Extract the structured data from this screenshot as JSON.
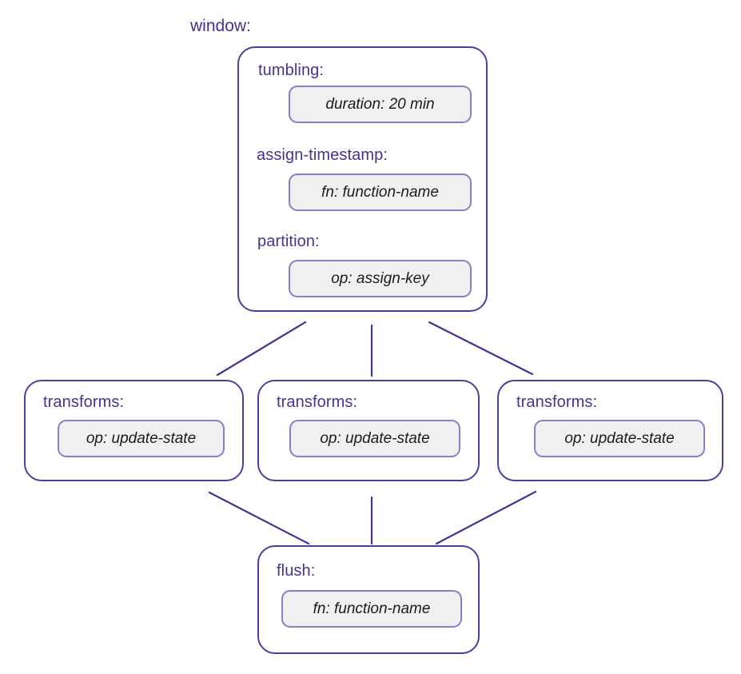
{
  "diagram": {
    "caption": "window:",
    "colors": {
      "node_border": "#4a3f9e",
      "label_text": "#3f3594",
      "pill_border": "#8b7ec8",
      "pill_fill": "#f0f0f0",
      "edge": "#3f3594",
      "background": "#ffffff"
    },
    "window_node": {
      "groups": [
        {
          "label": "tumbling:",
          "value": "duration: 20 min"
        },
        {
          "label": "assign-timestamp:",
          "value": "fn: function-name"
        },
        {
          "label": "partition:",
          "value": "op: assign-key"
        }
      ]
    },
    "transform_nodes": [
      {
        "label": "transforms:",
        "value": "op: update-state"
      },
      {
        "label": "transforms:",
        "value": "op: update-state"
      },
      {
        "label": "transforms:",
        "value": "op: update-state"
      }
    ],
    "flush_node": {
      "label": "flush:",
      "value": "fn: function-name"
    },
    "edges": [
      {
        "from": "window",
        "to": "transforms-left"
      },
      {
        "from": "window",
        "to": "transforms-center"
      },
      {
        "from": "window",
        "to": "transforms-right"
      },
      {
        "from": "transforms-left",
        "to": "flush"
      },
      {
        "from": "transforms-center",
        "to": "flush"
      },
      {
        "from": "transforms-right",
        "to": "flush"
      }
    ]
  }
}
